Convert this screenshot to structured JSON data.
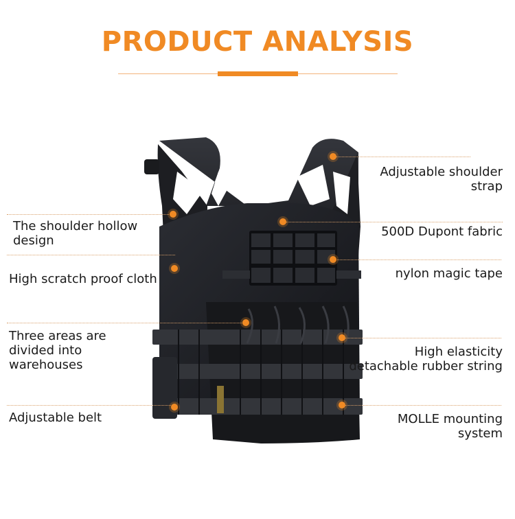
{
  "title": "PRODUCT ANALYSIS",
  "accent_color": "#f08a24",
  "product_image": "tactical plate carrier vest (black)",
  "features": {
    "adjustable_shoulder_strap": [
      "Adjustable shoulder",
      "strap"
    ],
    "shoulder_hollow_design": [
      "The shoulder hollow",
      "design"
    ],
    "dupont_fabric": [
      "500D Dupont fabric"
    ],
    "scratch_proof_cloth": [
      "High scratch proof cloth"
    ],
    "nylon_magic_tape": [
      "nylon magic tape"
    ],
    "three_areas": [
      "Three areas are",
      "divided into",
      "warehouses"
    ],
    "rubber_string": [
      "High elasticity",
      "detachable rubber string"
    ],
    "adjustable_belt": [
      "Adjustable belt"
    ],
    "molle_system": [
      "MOLLE mounting",
      "system"
    ]
  }
}
